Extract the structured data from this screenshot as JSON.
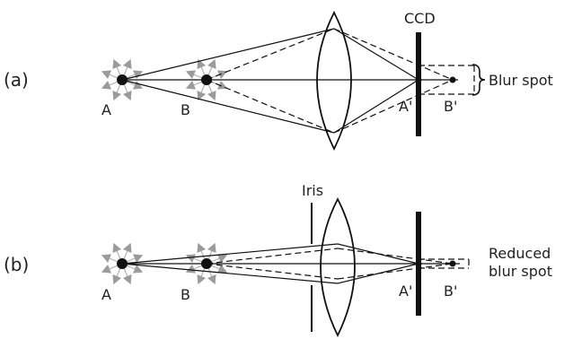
{
  "panel_a": {
    "label": "(a)",
    "sensor_label": "CCD",
    "object_a": "A",
    "object_b": "B",
    "image_a": "A'",
    "image_b": "B'",
    "blur_label": "Blur spot"
  },
  "panel_b": {
    "label": "(b)",
    "iris_label": "Iris",
    "object_a": "A",
    "object_b": "B",
    "image_a": "A'",
    "image_b": "B'",
    "blur_label_line1": "Reduced",
    "blur_label_line2": "blur spot"
  },
  "colors": {
    "line": "#111111",
    "star_fill": "#9b9b9b"
  }
}
